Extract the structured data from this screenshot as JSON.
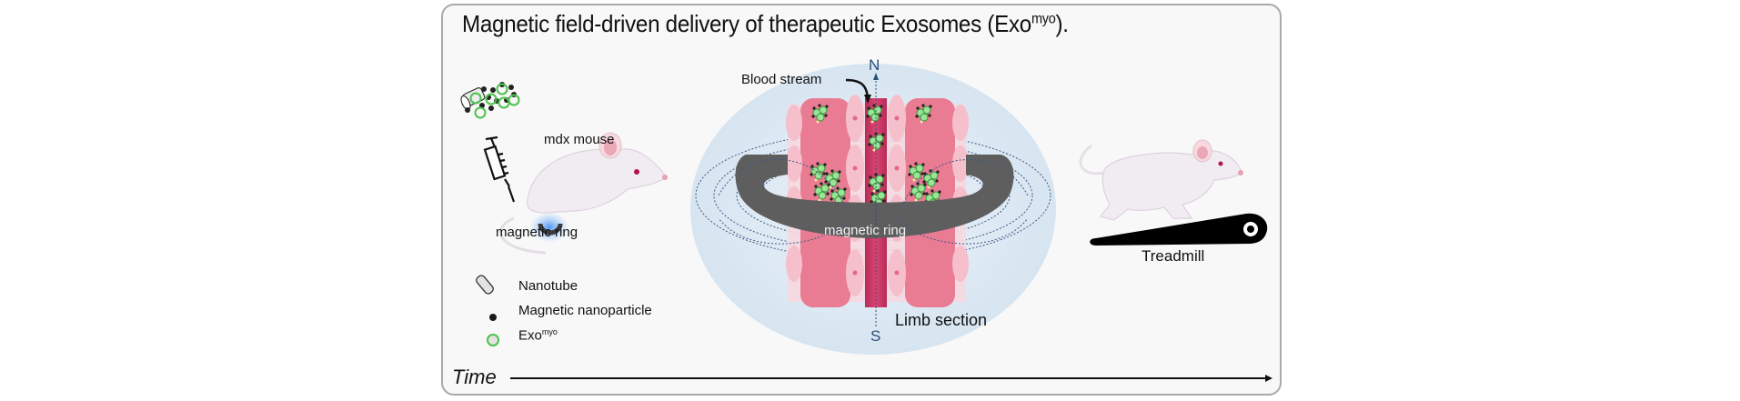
{
  "figure": {
    "title_main": "Magnetic field-driven delivery of therapeutic Exosomes (Exo",
    "title_sup": "myo",
    "title_end": ")."
  },
  "left_panel": {
    "mouse_label": "mdx mouse",
    "ring_label": "magnetic ring"
  },
  "legend": {
    "items": [
      {
        "icon": "nanotube-icon",
        "label": "Nanotube"
      },
      {
        "icon": "magnetic-nanoparticle-icon",
        "label": "Magnetic nanoparticle"
      },
      {
        "icon": "exosome-icon",
        "label": "Exo",
        "sup": "myo"
      }
    ]
  },
  "center_panel": {
    "blood_stream_label": "Blood stream",
    "north_label": "N",
    "south_label": "S",
    "ring_label": "magnetic ring",
    "limb_label": "Limb section"
  },
  "right_panel": {
    "treadmill_label": "Treadmill"
  },
  "axis": {
    "label": "Time"
  },
  "colors": {
    "exosome_green": "#4cc24c",
    "nanoparticle": "#222222",
    "tissue_pink": "#e8788f",
    "vessel": "#c9365e",
    "ring_gray": "#5f5f5f",
    "field_oval": "#dce8f3",
    "pole_blue": "#2a4f7a"
  }
}
